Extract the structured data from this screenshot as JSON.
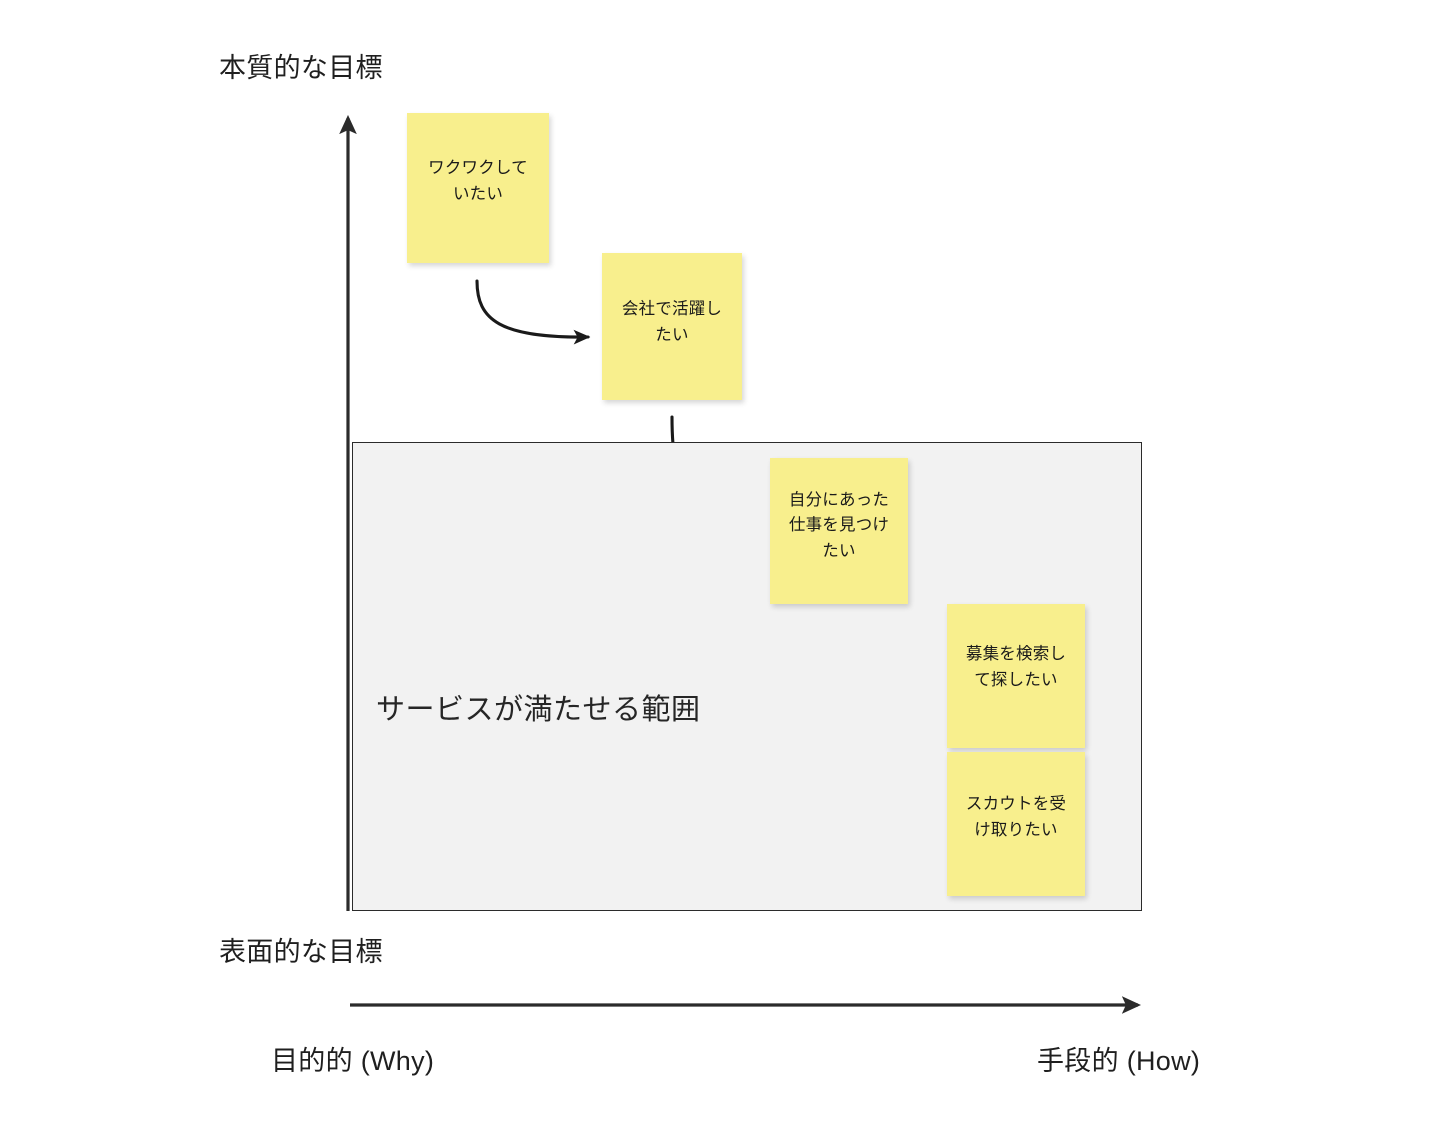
{
  "diagram": {
    "title_top": "本質的な目標",
    "title_bottom": "表面的な目標",
    "x_axis_left_label": "目的的 (Why)",
    "x_axis_right_label": "手段的 (How)",
    "region_label": "サービスが満たせる範囲",
    "colors": {
      "note_fill": "#f8ef8d",
      "region_fill": "#f2f2f2",
      "region_border": "#2b2b2b",
      "ink": "#1f1f1f",
      "background": "#ffffff"
    },
    "notes": [
      {
        "id": "note-excited",
        "text": "ワクワクして\nいたい"
      },
      {
        "id": "note-company",
        "text": "会社で活躍し\nたい"
      },
      {
        "id": "note-right-job",
        "text": "自分にあった\n仕事を見つけ\nたい"
      },
      {
        "id": "note-search",
        "text": "募集を検索し\nて探したい"
      },
      {
        "id": "note-scout",
        "text": "スカウトを受\nけ取りたい"
      }
    ],
    "connections": [
      {
        "from": "note-excited",
        "to": "note-company"
      },
      {
        "from": "note-company",
        "to": "note-right-job"
      },
      {
        "from": "note-right-job",
        "to": "note-search"
      },
      {
        "from": "note-right-job",
        "to": "note-scout"
      }
    ]
  }
}
